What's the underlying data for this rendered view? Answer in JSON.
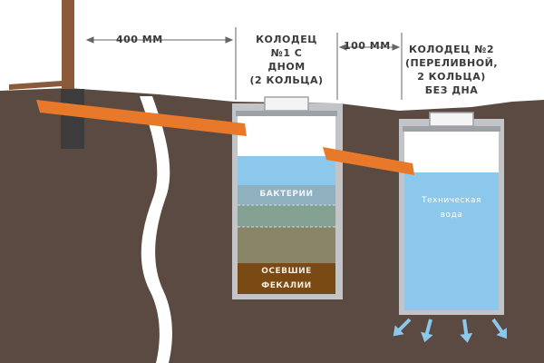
{
  "dimensions": {
    "distance_house_to_well1": "400 ММ",
    "distance_well1_to_well2": "100 ММ"
  },
  "well1": {
    "title_lines": [
      "КОЛОДЕЦ",
      "№1 С",
      "ДНОМ",
      "(2 КОЛЬЦА)"
    ],
    "layer_bacteria": "БАКТЕРИИ",
    "layer_settled": [
      "ОСЕВШИЕ",
      "ФЕКАЛИИ"
    ]
  },
  "well2": {
    "title_lines": [
      "КОЛОДЕЦ №2",
      "(ПЕРЕЛИВНОЙ,",
      "2 КОЛЬЦА)",
      "БЕЗ ДНА"
    ],
    "water_label": [
      "Техническая",
      "вода"
    ]
  },
  "colors": {
    "soil": "#5a4a42",
    "pipe": "#e8782a",
    "post": "#8a5a3a",
    "water": "#8cc8ec",
    "sediment": "#7a4a14",
    "ring": "#b8bcc0"
  }
}
